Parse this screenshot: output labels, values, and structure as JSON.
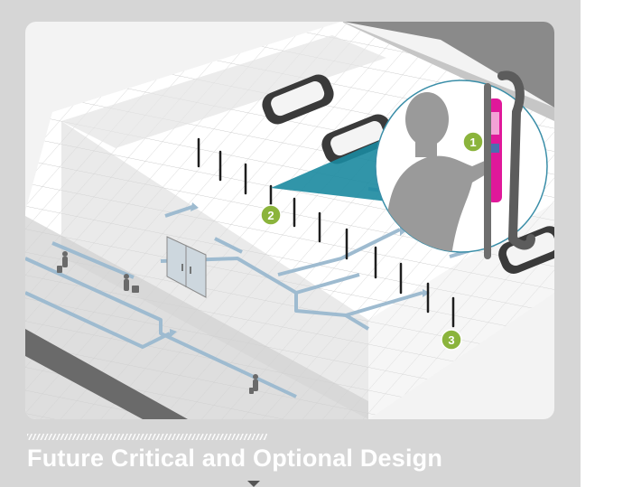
{
  "caption": {
    "title": "Future Critical and Optional Design"
  },
  "markers": [
    {
      "label": "1",
      "color": "#8bb43c"
    },
    {
      "label": "2",
      "color": "#8bb43c"
    },
    {
      "label": "3",
      "color": "#8bb43c"
    }
  ],
  "colors": {
    "accent": "#1b8aa0",
    "path_lines": "#9ebbd0",
    "kiosk_screen": "#e0189a"
  },
  "icons": {
    "bollard": "bollard-icon",
    "traveler": "traveler-icon",
    "door": "glass-door-icon"
  }
}
